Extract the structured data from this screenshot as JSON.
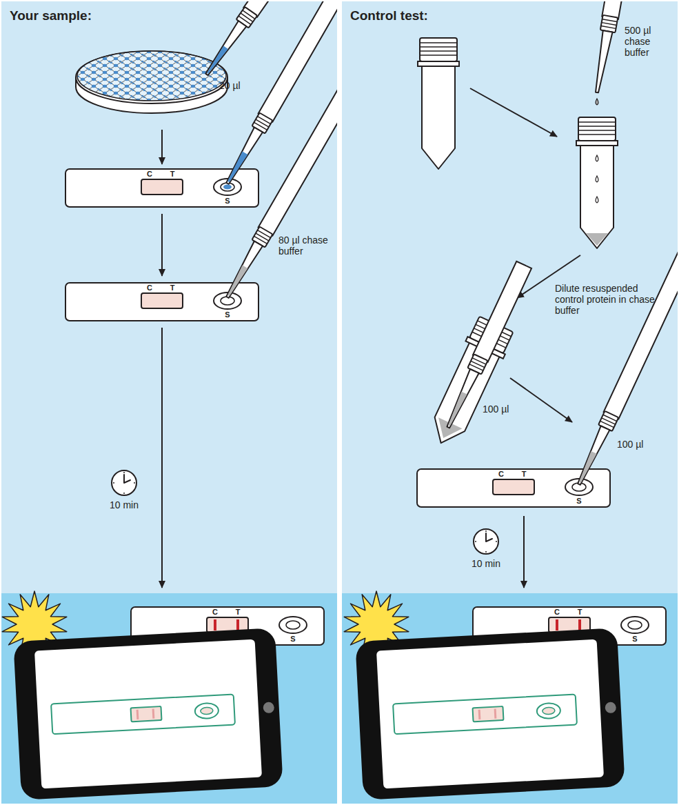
{
  "diagram": {
    "nodes": [
      {
        "text": [
          "Your sample:"
        ]
      },
      {
        "text": [
          "Control test:"
        ]
      }
    ],
    "labels": [
      "20 µl",
      "C",
      "T",
      "S",
      "C",
      "T",
      "S",
      "80 µl chase buffer",
      "10 min",
      "C",
      "T",
      "S",
      "500 µl chase buffer",
      "Dilute resuspended control protein in chase buffer",
      "100 µl",
      "100 µl",
      "C",
      "T",
      "S",
      "10 min",
      "C",
      "T",
      "S"
    ]
  }
}
